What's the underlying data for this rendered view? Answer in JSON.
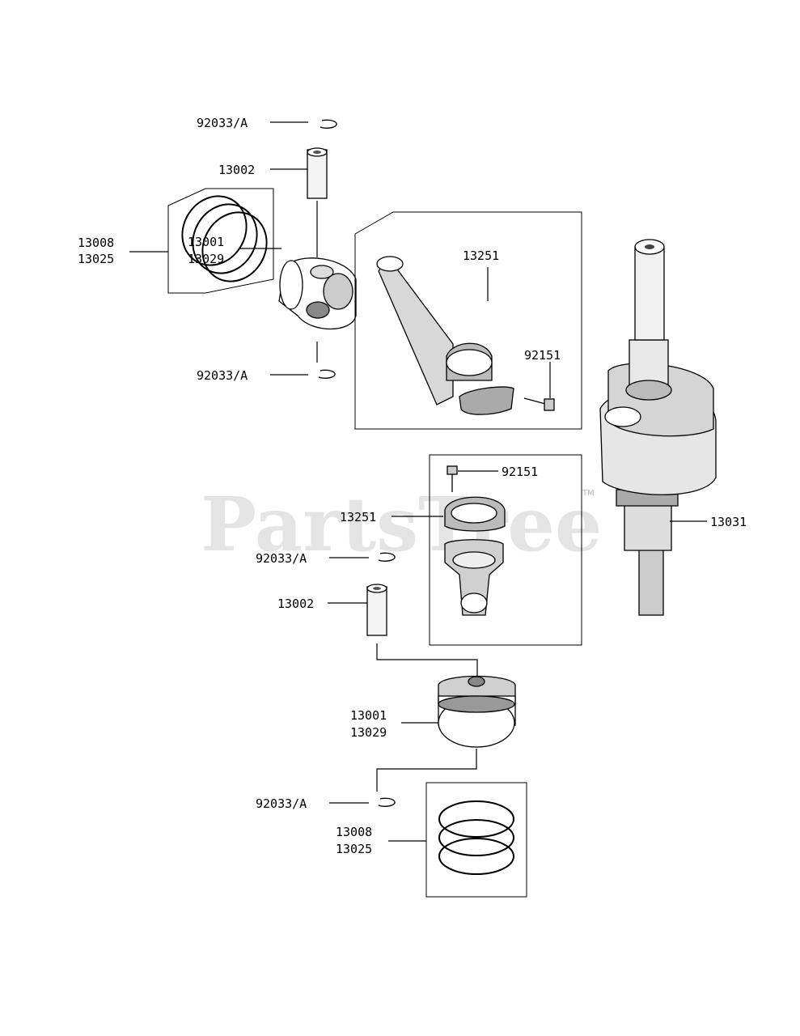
{
  "watermark": {
    "text": "PartsTree",
    "trademark": "TM"
  },
  "labels": {
    "circlip_top": "92033/A",
    "pin_top": "13002",
    "rings_top_a": "13008",
    "rings_top_b": "13025",
    "piston_top_a": "13001",
    "piston_top_b": "13029",
    "circlip_mid": "92033/A",
    "rod_top": "13251",
    "bolt_top": "92151",
    "bolt_bottom": "92151",
    "rod_bottom": "13251",
    "crankshaft": "13031",
    "circlip_lower": "92033/A",
    "pin_lower": "13002",
    "piston_lower_a": "13001",
    "piston_lower_b": "13029",
    "circlip_bottom": "92033/A",
    "rings_lower_a": "13008",
    "rings_lower_b": "13025"
  }
}
